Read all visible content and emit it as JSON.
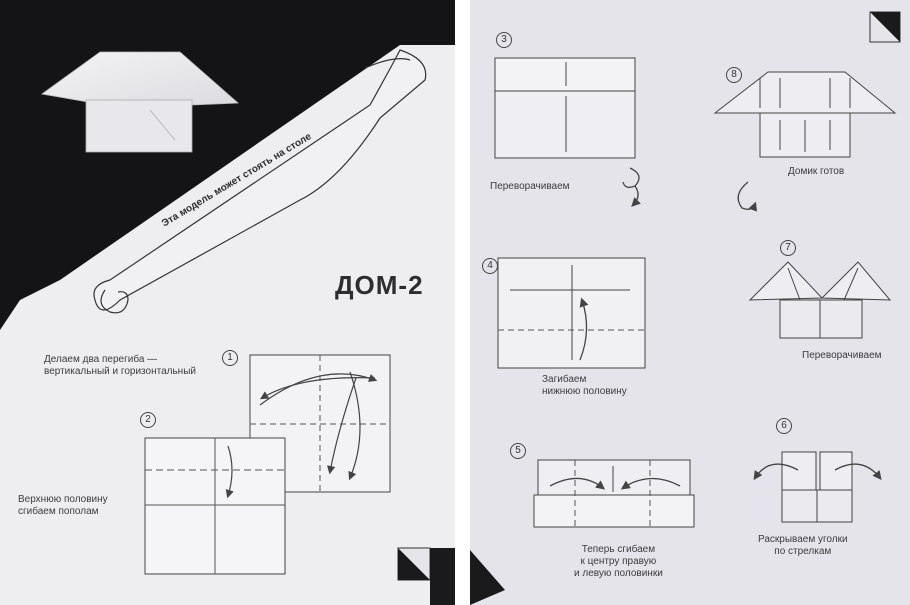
{
  "left_page": {
    "scroll_caption": "Эта модель может стоять на столе",
    "title": "ДОМ-2",
    "step1": {
      "number": "1",
      "text": "Делаем два перегиба —\nвертикальный и горизонтальный"
    },
    "step2": {
      "number": "2",
      "text": "Верхнюю половину\nсгибаем пополам"
    }
  },
  "right_page": {
    "step3": {
      "number": "3",
      "text": "Переворачиваем"
    },
    "step4": {
      "number": "4",
      "text": "Загибаем\nнижнюю половину"
    },
    "step5": {
      "number": "5",
      "text": "Теперь сгибаем\nк центру правую\nи левую половинки"
    },
    "step6": {
      "number": "6",
      "text": "Раскрываем уголки\nпо стрелкам"
    },
    "step7": {
      "number": "7",
      "text": "Переворачиваем"
    },
    "step8": {
      "number": "8",
      "text": "Домик готов"
    }
  },
  "colors": {
    "paper": "#f2f2f4",
    "dark_background": "#141416",
    "ink": "#3c3c3e"
  }
}
